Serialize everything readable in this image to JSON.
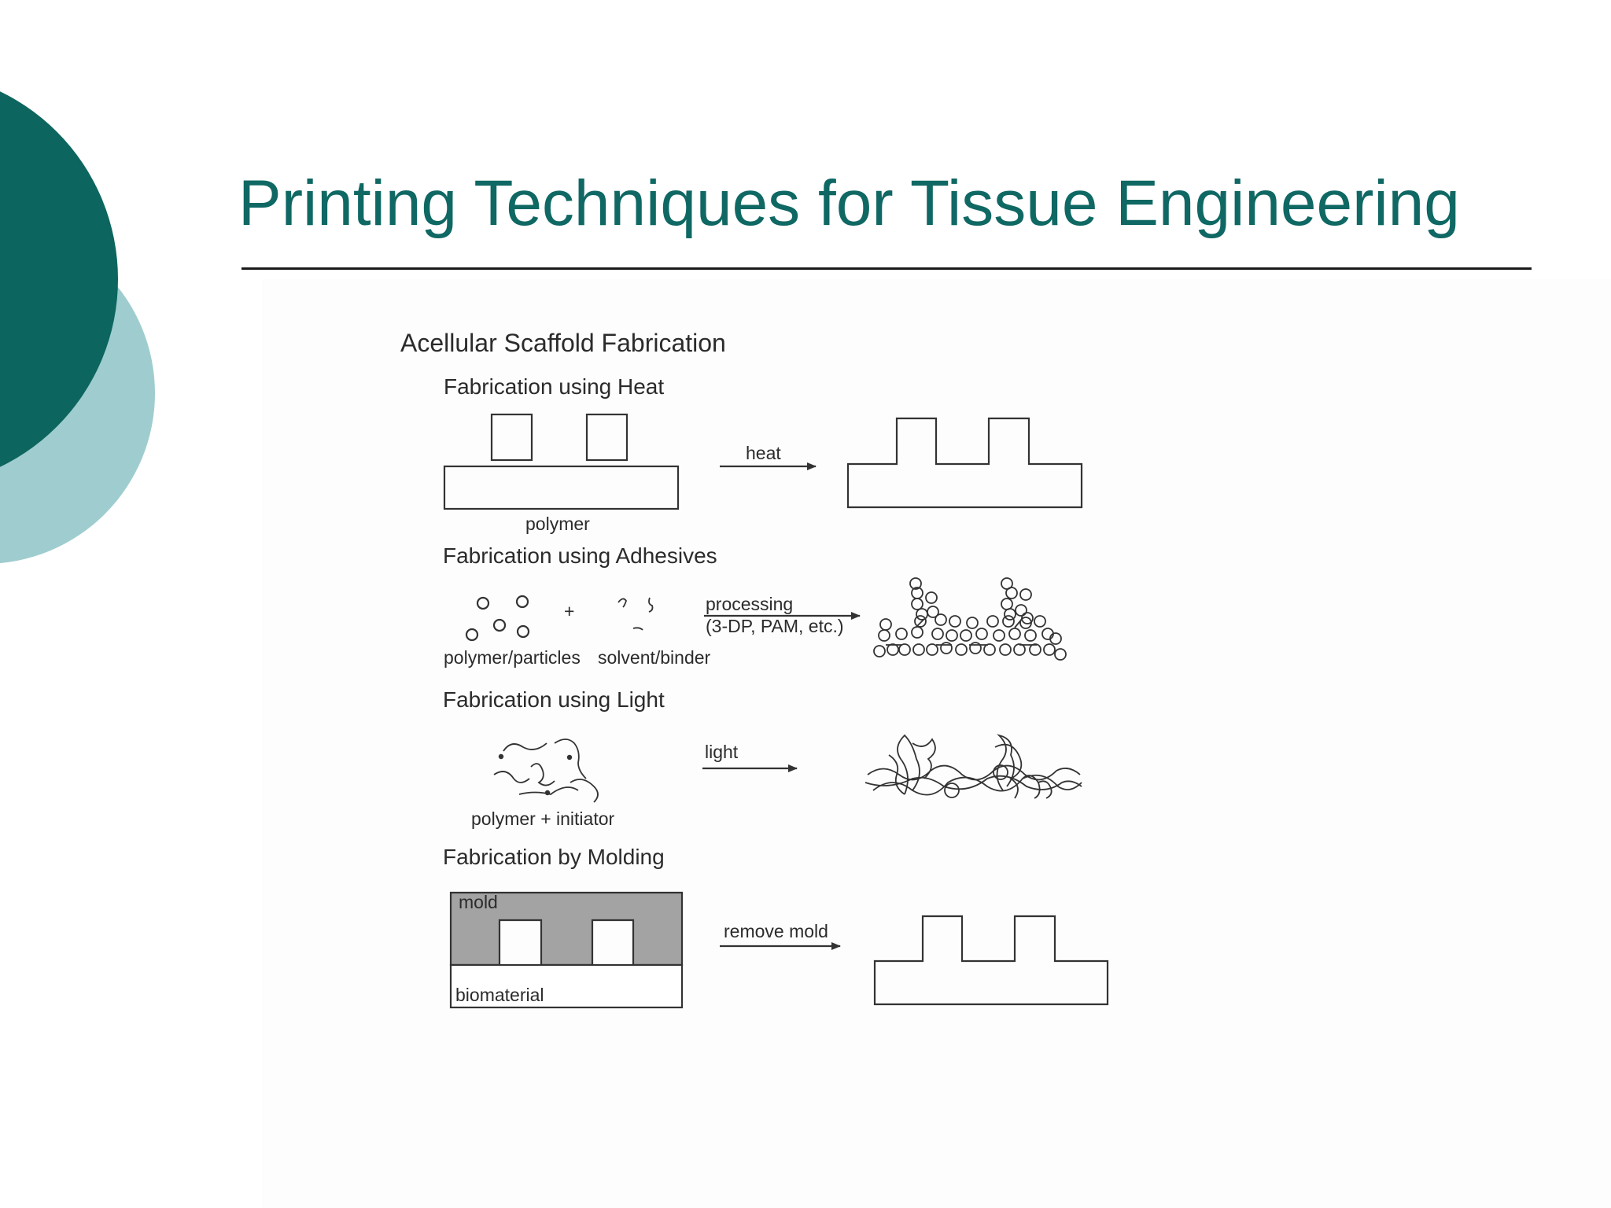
{
  "slide": {
    "title": "Printing Techniques for Tissue Engineering",
    "colors": {
      "title": "#0f6863",
      "circle_dark": "#0d655f",
      "circle_light": "#9fcdcf",
      "mold_fill": "#a3a3a3"
    }
  },
  "figure": {
    "heading": "Acellular Scaffold Fabrication",
    "heat": {
      "title": "Fabrication using Heat",
      "input_label": "polymer",
      "arrow_label": "heat"
    },
    "adhesives": {
      "title": "Fabrication using Adhesives",
      "plus": "+",
      "label_particles": "polymer/particles",
      "label_binder": "solvent/binder",
      "arrow_label_1": "processing",
      "arrow_label_2": "(3-DP, PAM, etc.)"
    },
    "light": {
      "title": "Fabrication using Light",
      "input_label": "polymer + initiator",
      "arrow_label": "light"
    },
    "molding": {
      "title": "Fabrication by Molding",
      "mold_label": "mold",
      "base_label": "biomaterial",
      "arrow_label": "remove mold"
    }
  }
}
